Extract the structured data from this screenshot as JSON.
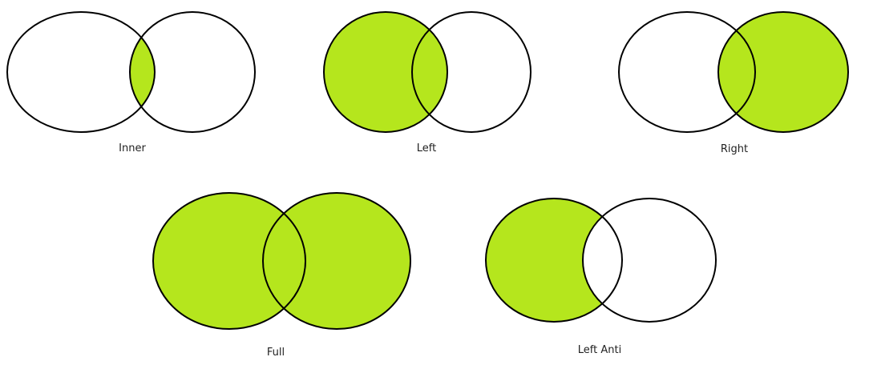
{
  "colors": {
    "fill": "#b5e61d",
    "stroke": "#000000",
    "background": "#ffffff"
  },
  "joins": [
    {
      "id": "inner",
      "label": "Inner",
      "left_only": false,
      "overlap": true,
      "right_only": false
    },
    {
      "id": "left",
      "label": "Left",
      "left_only": true,
      "overlap": true,
      "right_only": false
    },
    {
      "id": "right",
      "label": "Right",
      "left_only": false,
      "overlap": true,
      "right_only": true
    },
    {
      "id": "full",
      "label": "Full",
      "left_only": true,
      "overlap": true,
      "right_only": true
    },
    {
      "id": "left-anti",
      "label": "Left Anti",
      "left_only": true,
      "overlap": false,
      "right_only": false
    }
  ]
}
